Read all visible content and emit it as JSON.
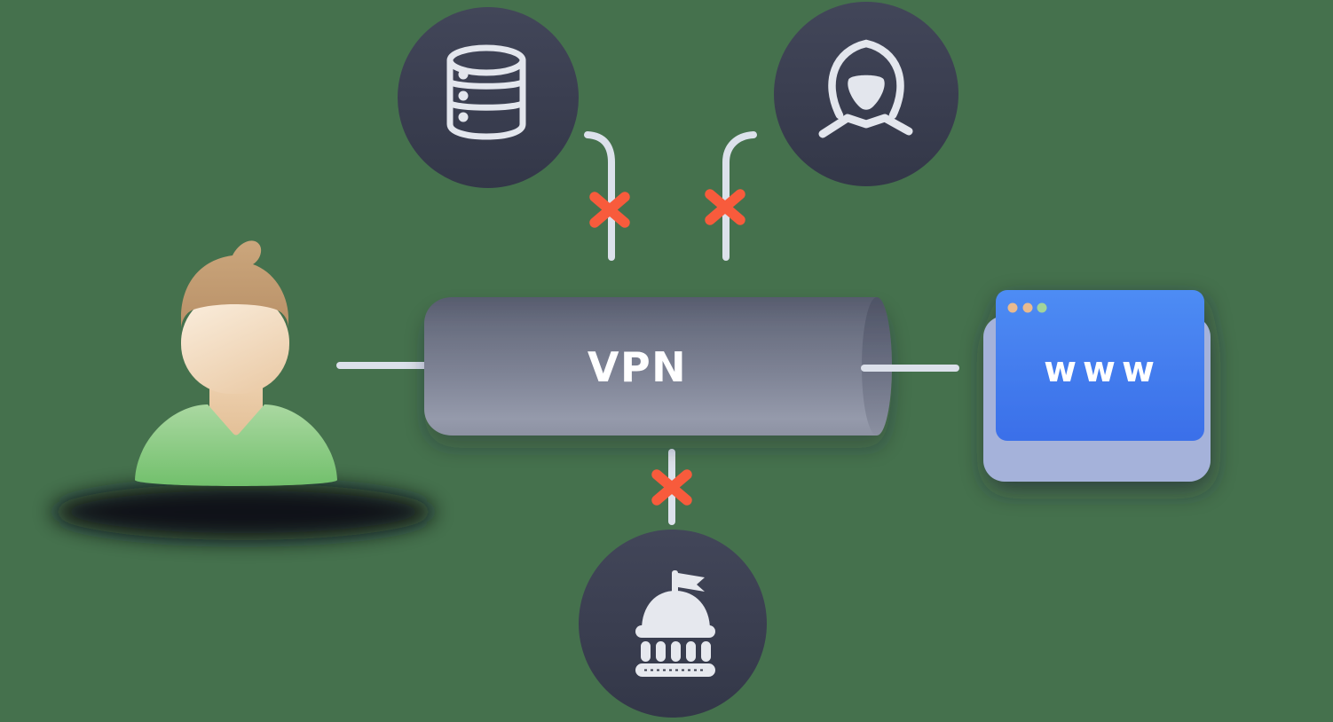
{
  "illustration": {
    "background_color": "#45714D",
    "tunnel": {
      "label": "VPN",
      "body_color": "#7E8395"
    },
    "browser": {
      "label": "www",
      "window_color": "#4585F2",
      "back_card_color": "#A5B2DA",
      "dot_colors": [
        "#E9BA8F",
        "#E9BA8F",
        "#A2D49A"
      ]
    },
    "user": {
      "shirt_color": "#79C471",
      "skin_color": "#EFD3B1",
      "hair_color": "#C5A075"
    },
    "threats": [
      {
        "icon": "database-icon",
        "status": "blocked"
      },
      {
        "icon": "hacker-icon",
        "status": "blocked"
      },
      {
        "icon": "government-icon",
        "status": "blocked"
      }
    ],
    "colors": {
      "blocked_x": "#F85B3C",
      "connection_line": "#DCE1EB",
      "threat_circle_top": "#414556",
      "threat_circle_bottom": "#333748",
      "icon_light": "#E3E6ED"
    }
  }
}
